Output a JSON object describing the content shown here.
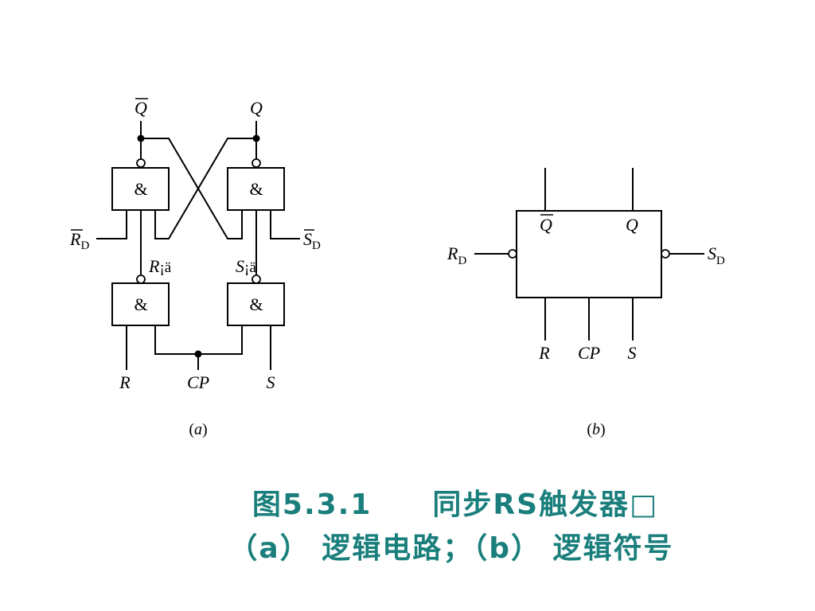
{
  "diagram_a": {
    "gate_symbol": "&",
    "out_qbar": "Q",
    "out_q": "Q",
    "in_rd": "R",
    "in_rd_sub": "D",
    "in_sd": "S",
    "in_sd_sub": "D",
    "mid_r": "R",
    "mid_r_suffix": "¡ä",
    "mid_s": "S",
    "mid_s_suffix": "¡ä",
    "in_r": "R",
    "in_cp": "CP",
    "in_s": "S",
    "caption_open": "(",
    "caption_letter": "a",
    "caption_close": ")"
  },
  "diagram_b": {
    "out_qbar": "Q",
    "out_q": "Q",
    "in_rd": "R",
    "in_rd_sub": "D",
    "in_sd": "S",
    "in_sd_sub": "D",
    "in_r": "R",
    "in_cp": "CP",
    "in_s": "S",
    "caption_open": "(",
    "caption_letter": "b",
    "caption_close": ")"
  },
  "title": {
    "line1": "图5.3.1　　同步RS触发器□",
    "line2": "（a） 逻辑电路；（b） 逻辑符号"
  },
  "colors": {
    "title": "#1a7f7c",
    "lines": "#000000"
  }
}
